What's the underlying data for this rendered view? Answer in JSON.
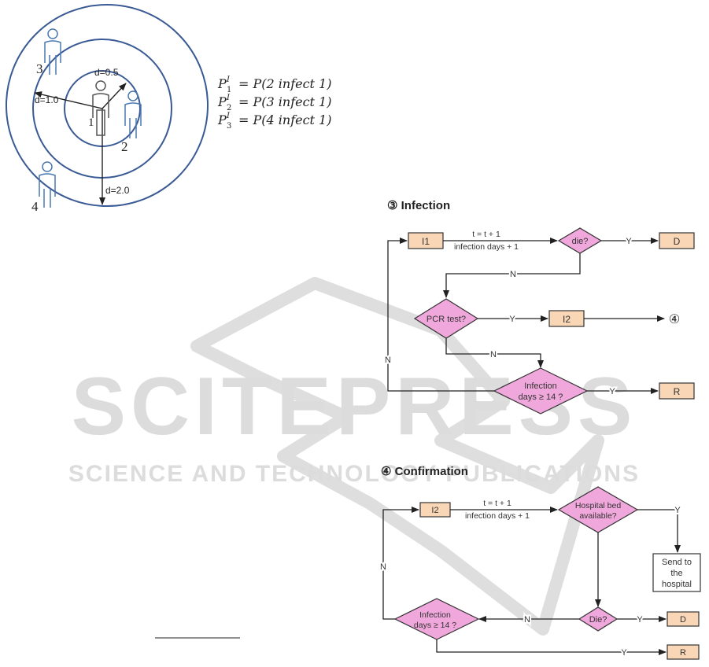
{
  "watermark": {
    "big": "SCITEPRESS",
    "small": "SCIENCE AND TECHNOLOGY PUBLICATIONS"
  },
  "circle_diagram": {
    "person_labels": [
      "1",
      "2",
      "3",
      "4"
    ],
    "radius_labels": [
      "d=0.5",
      "d=1.0",
      "d=2.0"
    ],
    "formulas": [
      {
        "lhs_base": "P",
        "lhs_sub": "1",
        "lhs_sup": "I",
        "rhs": "= P(2 infect 1)"
      },
      {
        "lhs_base": "P",
        "lhs_sub": "2",
        "lhs_sup": "I",
        "rhs": "= P(3 infect 1)"
      },
      {
        "lhs_base": "P",
        "lhs_sub": "3",
        "lhs_sup": "I",
        "rhs": "= P(4 infect 1)"
      }
    ]
  },
  "infection_flow": {
    "title": "③ Infection",
    "nodes": {
      "i1": "I1",
      "die": "die?",
      "d": "D",
      "pcr": "PCR test?",
      "i2": "I2",
      "goto4": "④",
      "days_line1": "Infection",
      "days_line2": "days ≥ 14 ?",
      "r": "R"
    },
    "update_line1": "t = t + 1",
    "update_line2": "infection days + 1",
    "yes": "Y",
    "no": "N"
  },
  "confirmation_flow": {
    "title": "④ Confirmation",
    "nodes": {
      "i2": "I2",
      "bed_line1": "Hospital bed",
      "bed_line2": "available?",
      "hosp_line1": "Send to",
      "hosp_line2": "the",
      "hosp_line3": "hospital",
      "die": "Die?",
      "d": "D",
      "days_line1": "Infection",
      "days_line2": "days ≥ 14 ?",
      "r": "R"
    },
    "update_line1": "t = t + 1",
    "update_line2": "infection days + 1",
    "yes": "Y",
    "no": "N"
  },
  "colors": {
    "box_fill": "#f8d6b6",
    "diamond_fill": "#f0a8dc",
    "circle_stroke": "#3a5a95",
    "person_stroke": "#4a78b0",
    "watermark": "#d9d9d9"
  }
}
